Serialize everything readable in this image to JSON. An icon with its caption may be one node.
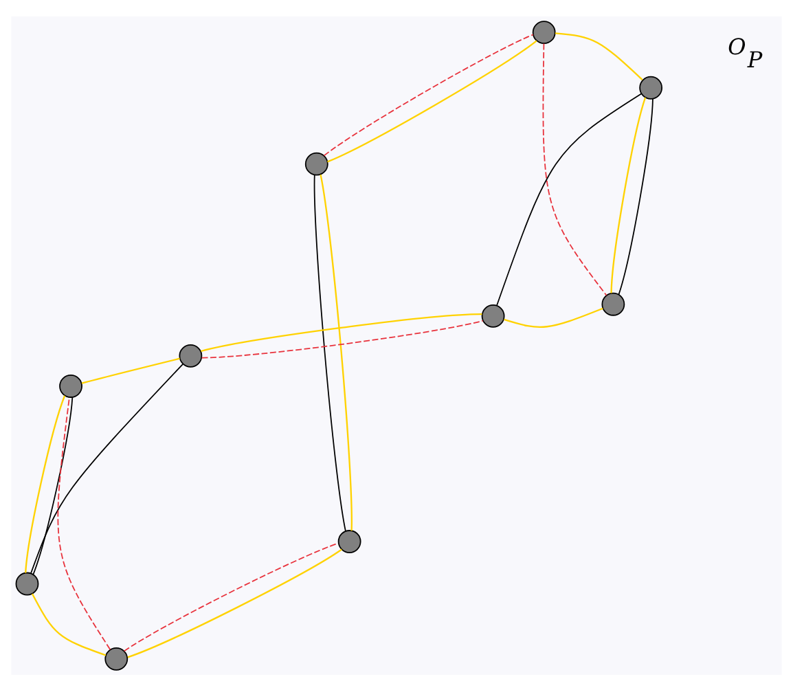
{
  "diagram": {
    "nodes": [
      {
        "text": [],
        "shape": "circle"
      },
      {
        "text": [],
        "shape": "circle"
      },
      {
        "text": [],
        "shape": "circle"
      },
      {
        "text": [],
        "shape": "circle"
      },
      {
        "text": [],
        "shape": "circle"
      },
      {
        "text": [],
        "shape": "circle"
      },
      {
        "text": [],
        "shape": "circle"
      },
      {
        "text": [],
        "shape": "circle"
      },
      {
        "text": [],
        "shape": "circle"
      },
      {
        "text": [],
        "shape": "circle"
      }
    ],
    "edges": [
      {
        "from": 1,
        "to": 0,
        "arrow": "none"
      },
      {
        "from": 0,
        "to": 3,
        "arrow": "none"
      },
      {
        "from": 3,
        "to": 5,
        "arrow": "none"
      },
      {
        "from": 5,
        "to": 7,
        "arrow": "none"
      },
      {
        "from": 7,
        "to": 8,
        "arrow": "none"
      },
      {
        "from": 8,
        "to": 9,
        "arrow": "none"
      },
      {
        "from": 9,
        "to": 6,
        "arrow": "none"
      },
      {
        "from": 6,
        "to": 4,
        "arrow": "none"
      },
      {
        "from": 4,
        "to": 2,
        "arrow": "none"
      },
      {
        "from": 2,
        "to": 1,
        "arrow": "none"
      },
      {
        "from": 0,
        "to": 3,
        "arrow": "none",
        "color": "#000000"
      },
      {
        "from": 0,
        "to": 5,
        "arrow": "none",
        "color": "#000000"
      },
      {
        "from": 2,
        "to": 4,
        "arrow": "none",
        "color": "#000000"
      },
      {
        "from": 9,
        "to": 7,
        "arrow": "none",
        "color": "#000000"
      },
      {
        "from": 9,
        "to": 8,
        "arrow": "none",
        "color": "#000000"
      },
      {
        "from": 1,
        "to": 2,
        "arrow": "none",
        "style": "dashed",
        "color": "#e8323c"
      },
      {
        "from": 1,
        "to": 3,
        "arrow": "none",
        "style": "dashed",
        "color": "#e8323c"
      },
      {
        "from": 4,
        "to": 6,
        "arrow": "none",
        "style": "dashed",
        "color": "#e8323c"
      },
      {
        "from": 6,
        "to": 8,
        "arrow": "none",
        "style": "dashed",
        "color": "#e8323c"
      },
      {
        "from": 5,
        "to": 7,
        "arrow": "none",
        "style": "dashed",
        "color": "#e8323c"
      }
    ],
    "labels": [
      "O$_{P}$"
    ]
  }
}
